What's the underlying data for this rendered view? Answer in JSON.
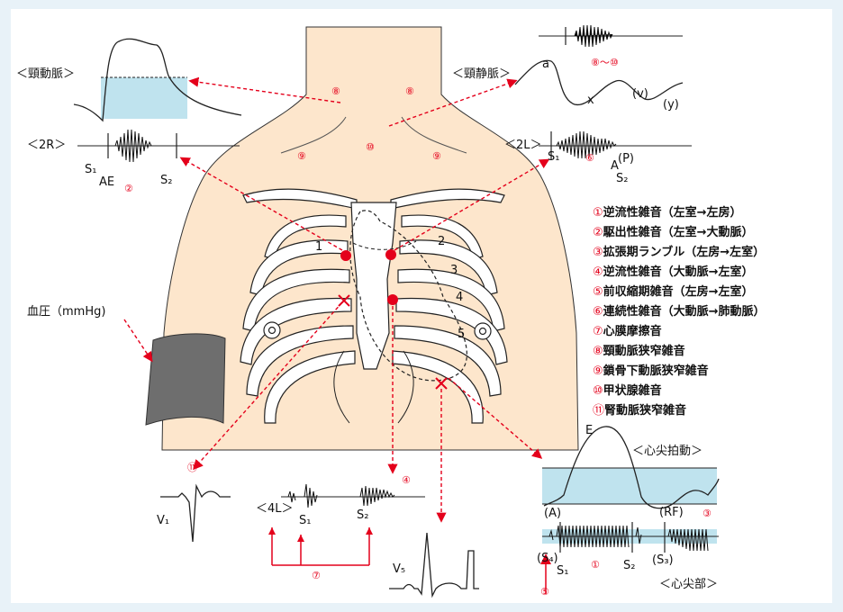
{
  "legend": [
    {
      "num": "①",
      "text": "逆流性雑音（左室→左房）"
    },
    {
      "num": "②",
      "text": "駆出性雑音（左室→大動脈）"
    },
    {
      "num": "③",
      "text": "拡張期ランブル（左房→左室）"
    },
    {
      "num": "④",
      "text": "逆流性雑音（大動脈→左室）"
    },
    {
      "num": "⑤",
      "text": "前収縮期雑音（左房→左室）"
    },
    {
      "num": "⑥",
      "text": "連続性雑音（大動脈→肺動脈）"
    },
    {
      "num": "⑦",
      "text": "心膜摩擦音"
    },
    {
      "num": "⑧",
      "text": "頸動脈狭窄雑音"
    },
    {
      "num": "⑨",
      "text": "鎖骨下動脈狭窄雑音"
    },
    {
      "num": "⑩",
      "text": "甲状腺雑音"
    },
    {
      "num": "⑪",
      "text": "腎動脈狭窄雑音"
    }
  ],
  "labels": {
    "carotid": "＜頸動脈＞",
    "jugular": "＜頸静脈＞",
    "r2": "＜2R＞",
    "l2": "＜2L＞",
    "l4": "＜4L＞",
    "apex_beat": "＜心尖拍動＞",
    "apex": "＜心尖部＞",
    "bp": "血圧（mmHg)",
    "s1": "S₁",
    "s2": "S₂",
    "s3": "(S₃)",
    "s4": "(S₄)",
    "ae": "AE",
    "a_wave": "a",
    "x_wave": "x",
    "v_wave": "(v)",
    "y_wave": "(y)",
    "a_p": "A",
    "p_paren": "(P)",
    "e_point": "E",
    "a_paren": "(A)",
    "rf": "(RF)",
    "v1": "V₁",
    "v5": "V₅",
    "r8_range": "⑧〜⑩",
    "neck_8": "⑧",
    "neck_9": "⑨",
    "neck_10": "⑩",
    "n2": "②",
    "n6": "⑥",
    "n4": "④",
    "n7": "⑦",
    "n11": "⑪",
    "n1": "①",
    "n3": "③",
    "n5": "⑤",
    "rib1": "1",
    "rib2": "2",
    "rib3": "3",
    "rib4": "4",
    "rib5": "5"
  },
  "colors": {
    "skin": "#fde6cc",
    "outline": "#222222",
    "red": "#e4001b",
    "blue_fill": "#bfe3ee",
    "cuff": "#6e6e6e",
    "page_bg": "#e8f2f8"
  }
}
